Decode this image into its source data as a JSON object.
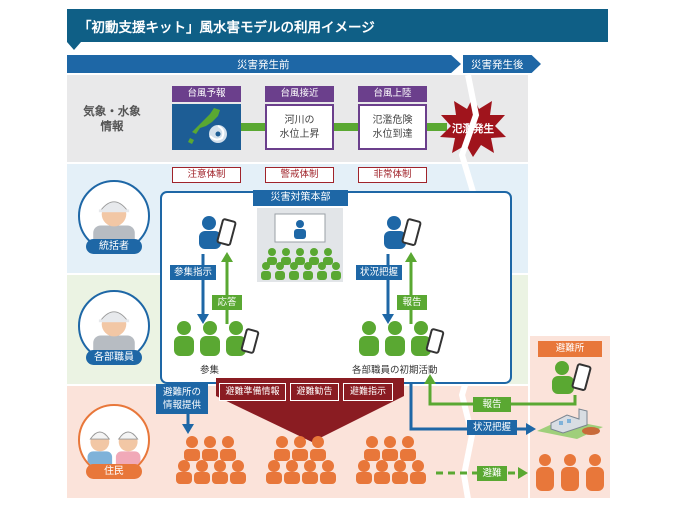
{
  "title": "「初動支援キット」風水害モデルの利用イメージ",
  "timeline": {
    "before": "災害発生前",
    "after": "災害発生後"
  },
  "weather": {
    "row_label_1": "気象・水象",
    "row_label_2": "情報",
    "stages": [
      {
        "tag": "台風予報"
      },
      {
        "tag": "台風接近",
        "line1": "河川の",
        "line2": "水位上昇"
      },
      {
        "tag": "台風上陸",
        "line1": "氾濫危険",
        "line2": "水位到達"
      }
    ],
    "burst": "氾濫発生"
  },
  "phases": [
    "注意体制",
    "警戒体制",
    "非常体制"
  ],
  "hq_label": "災害対策本部",
  "roles": {
    "leader": "統括者",
    "staff": "各部職員",
    "residents": "住民"
  },
  "flows": {
    "assemble_order": "参集指示",
    "response": "応答",
    "status_grasp": "状況把握",
    "report": "報告",
    "assembly": "参集",
    "initial_activity": "各部職員の初期活動",
    "shelter_info_1": "避難所の",
    "shelter_info_2": "情報提供",
    "shelter_report": "報告",
    "shelter_status": "状況把握",
    "evacuation": "避難"
  },
  "alerts": [
    "避難準備情報",
    "避難勧告",
    "避難指示"
  ],
  "shelter": "避難所",
  "colors": {
    "navy": "#0f5f86",
    "blue": "#1e67a6",
    "green": "#5aa832",
    "purple": "#6b3f8c",
    "red": "#8a1c22",
    "orange": "#e8773a"
  }
}
